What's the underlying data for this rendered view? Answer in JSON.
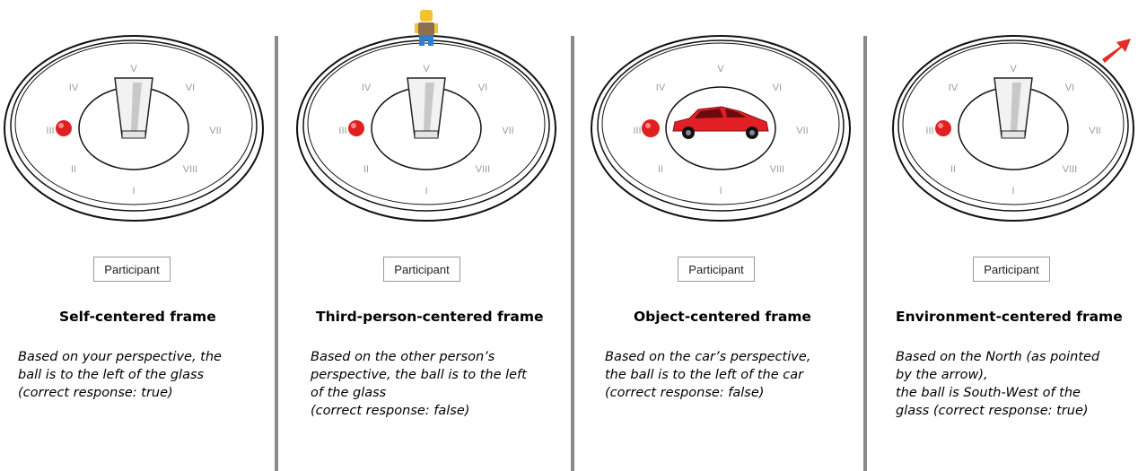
{
  "numerals": [
    "I",
    "II",
    "III",
    "IV",
    "V",
    "VI",
    "VII",
    "VIII"
  ],
  "colors": {
    "ball": "#e02020",
    "car": "#e31f26",
    "arrow": "#e52b24",
    "divider": "#8a8a8a",
    "person_head": "#f2c230",
    "person_shirt": "#8b6f4e",
    "person_legs": "#2f7fd0"
  },
  "panels": [
    {
      "participant": "Participant",
      "title": "Self-centered frame",
      "description": [
        "Based on your perspective, the",
        "ball is to the left of the glass",
        "(correct response: true)"
      ],
      "center_object": "glass",
      "extra": "none"
    },
    {
      "participant": "Participant",
      "title": "Third-person-centered frame",
      "description": [
        "Based on the other person’s",
        "perspective, the ball is to the left",
        "of the glass",
        "(correct response: false)"
      ],
      "center_object": "glass",
      "extra": "person-figure"
    },
    {
      "participant": "Participant",
      "title": "Object-centered frame",
      "description": [
        "Based on the car’s perspective,",
        "the ball is to the left of the car",
        "(correct response: false)"
      ],
      "center_object": "car",
      "extra": "none"
    },
    {
      "participant": "Participant",
      "title": "Environment-centered frame",
      "description": [
        "Based on the North (as pointed",
        "by the arrow),",
        "the ball is South-West of the",
        "glass (correct response: true)"
      ],
      "center_object": "glass",
      "extra": "north-arrow"
    }
  ]
}
